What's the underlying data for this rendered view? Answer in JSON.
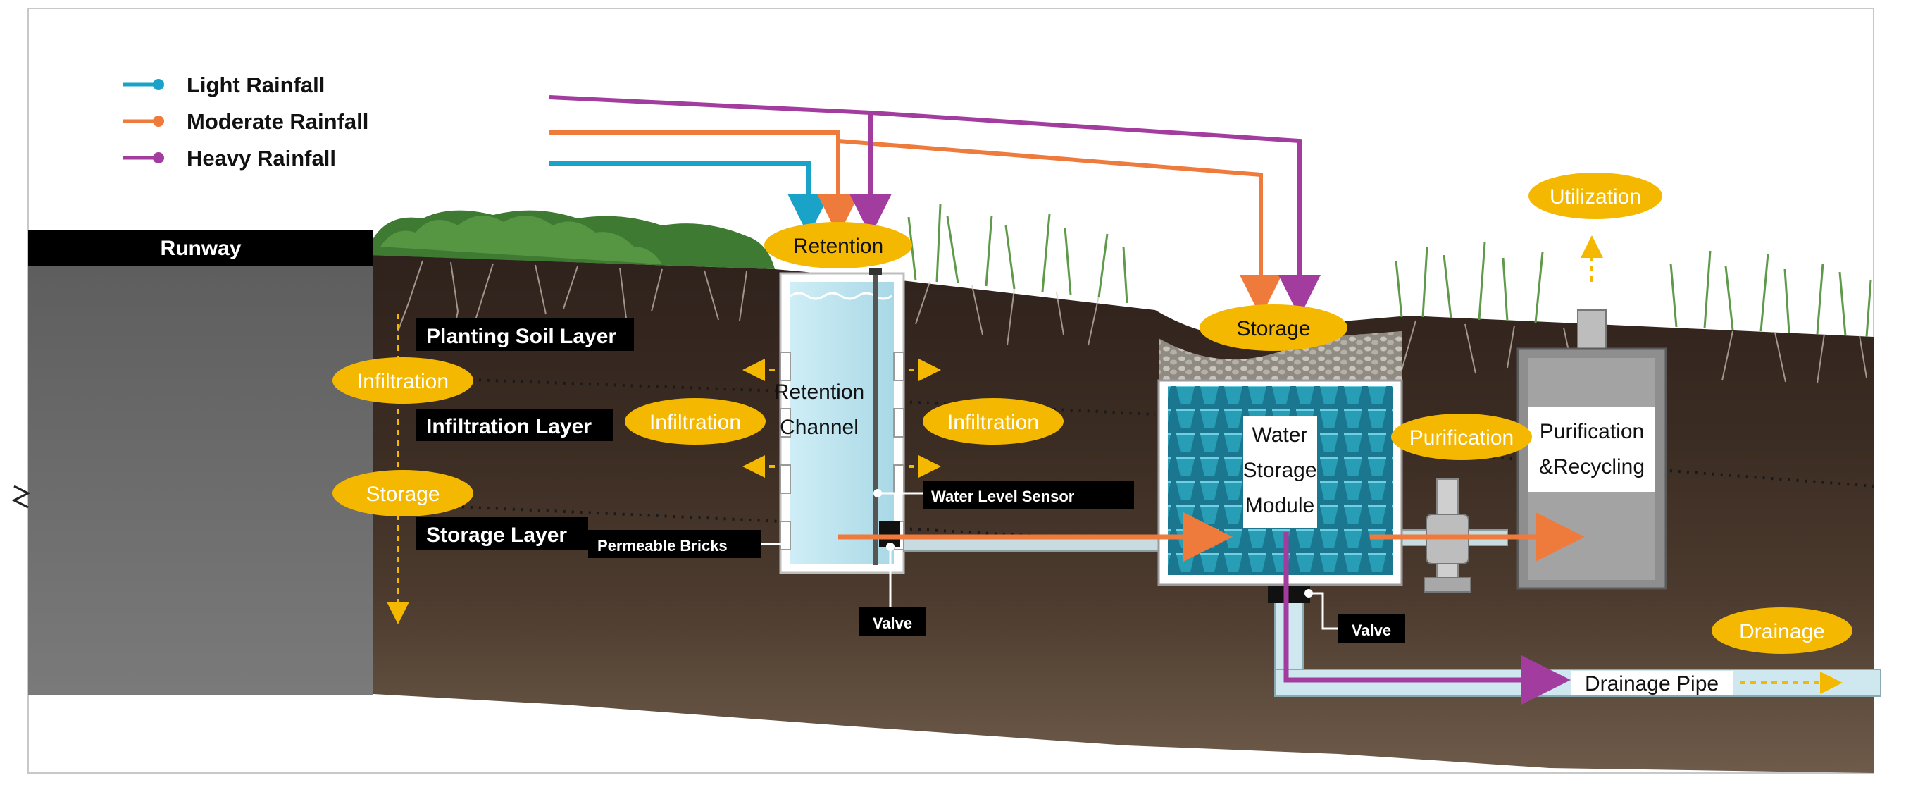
{
  "legend": {
    "items": [
      {
        "label": "Light Rainfall",
        "color": "#1aa3c8"
      },
      {
        "label": "Moderate Rainfall",
        "color": "#ee7a3c"
      },
      {
        "label": "Heavy Rainfall",
        "color": "#a23c9e"
      }
    ]
  },
  "labels": {
    "runway": "Runway",
    "planting_soil_layer": "Planting Soil Layer",
    "infiltration_layer": "Infiltration Layer",
    "storage_layer": "Storage Layer",
    "permeable_bricks": "Permeable Bricks",
    "water_level_sensor": "Water Level Sensor",
    "valve_1": "Valve",
    "valve_2": "Valve",
    "retention_channel_line1": "Retention",
    "retention_channel_line2": "Channel",
    "water_storage_line1": "Water",
    "water_storage_line2": "Storage",
    "water_storage_line3": "Module",
    "purification_recycling_line1": "Purification",
    "purification_recycling_line2": "&Recycling",
    "drainage_pipe": "Drainage Pipe"
  },
  "badges": {
    "retention": "Retention",
    "storage_top": "Storage",
    "utilization": "Utilization",
    "infiltration_left": "Infiltration",
    "storage_left": "Storage",
    "infiltration_mid_left": "Infiltration",
    "infiltration_mid_right": "Infiltration",
    "purification": "Purification",
    "drainage": "Drainage"
  },
  "colors": {
    "badge_fill": "#f5b800",
    "arrow_orange": "#ee7a3c",
    "arrow_purple": "#a23c9e",
    "arrow_cyan": "#1aa3c8",
    "soil_top": "#3a2a22",
    "soil_mid": "#4a3a2e",
    "soil_bottom": "#6d5a48",
    "runway": "#6b6b6b",
    "water_light": "#bfe3ee",
    "water_module": "#1d7f95",
    "grass": "#4a8a3a"
  }
}
